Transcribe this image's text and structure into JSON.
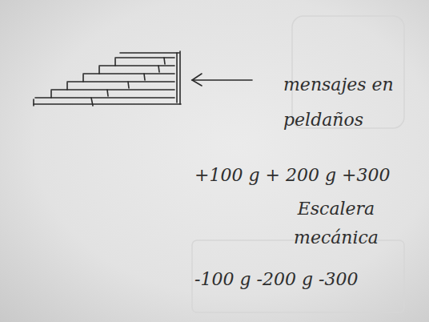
{
  "diagram": {
    "labels": [
      "mensajes en peldaños",
      "+100 g + 200 g +300",
      "Escalera mecánica",
      "-100 g -200 g -300"
    ]
  }
}
